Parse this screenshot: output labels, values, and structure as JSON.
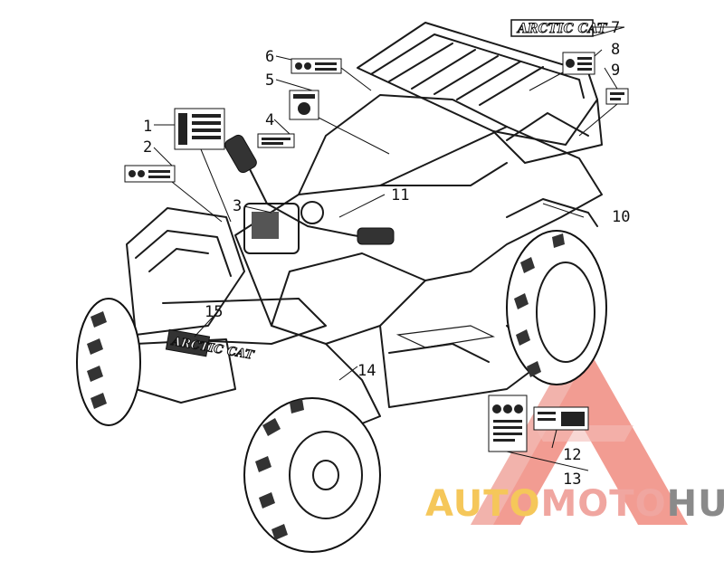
{
  "diagram": {
    "callouts": [
      {
        "id": "1",
        "label": "1"
      },
      {
        "id": "2",
        "label": "2"
      },
      {
        "id": "3",
        "label": "3"
      },
      {
        "id": "4",
        "label": "4"
      },
      {
        "id": "5",
        "label": "5"
      },
      {
        "id": "6",
        "label": "6"
      },
      {
        "id": "7",
        "label": "7"
      },
      {
        "id": "8",
        "label": "8"
      },
      {
        "id": "9",
        "label": "9"
      },
      {
        "id": "10",
        "label": "10"
      },
      {
        "id": "11",
        "label": "11"
      },
      {
        "id": "12",
        "label": "12"
      },
      {
        "id": "13",
        "label": "13"
      },
      {
        "id": "14",
        "label": "14"
      },
      {
        "id": "15",
        "label": "15"
      }
    ],
    "decal_brand": "ARCTIC CAT",
    "front_brand": "ARCTIC CAT"
  },
  "watermark": {
    "part1": "AUTO",
    "part2": "MOTO",
    "part3": "HUB",
    "colors": {
      "part1": "#f5c75a",
      "part2": "#f0a6a0",
      "part3": "#8a8a8a",
      "triangle": "#e85a4a"
    }
  }
}
